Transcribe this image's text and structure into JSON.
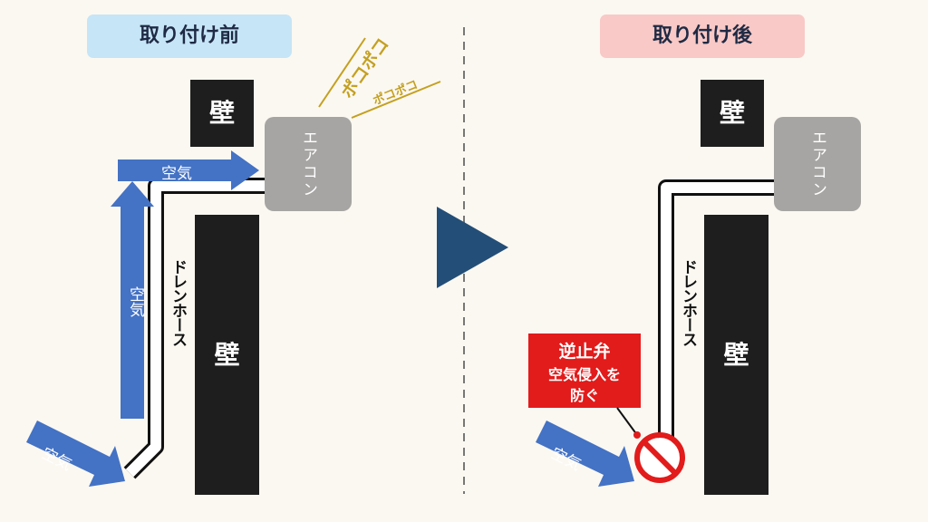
{
  "before": {
    "title": "取り付け前",
    "wall_top": "壁",
    "wall_main": "壁",
    "aircon": "エアコン",
    "hose": "ドレンホース",
    "air_top": "空気",
    "air_vertical": "空気",
    "air_bottom": "空気",
    "sound_large": "ポコポコ",
    "sound_small": "ポコポコ"
  },
  "after": {
    "title": "取り付け後",
    "wall_top": "壁",
    "wall_main": "壁",
    "aircon": "エアコン",
    "hose": "ドレンホース",
    "air_bottom": "空気",
    "valve_title": "逆止弁",
    "valve_line1": "空気侵入を",
    "valve_line2": "防ぐ"
  },
  "colors": {
    "background": "#fbf8f1",
    "before_title_bg": "#c6e5f7",
    "after_title_bg": "#f8c9c6",
    "title_text": "#1f2a44",
    "wall": "#1e1e1e",
    "aircon": "#a7a5a3",
    "air_arrow": "#4472c4",
    "center_arrow": "#234e77",
    "sound": "#c4a020",
    "valve_red": "#e21b1b"
  }
}
